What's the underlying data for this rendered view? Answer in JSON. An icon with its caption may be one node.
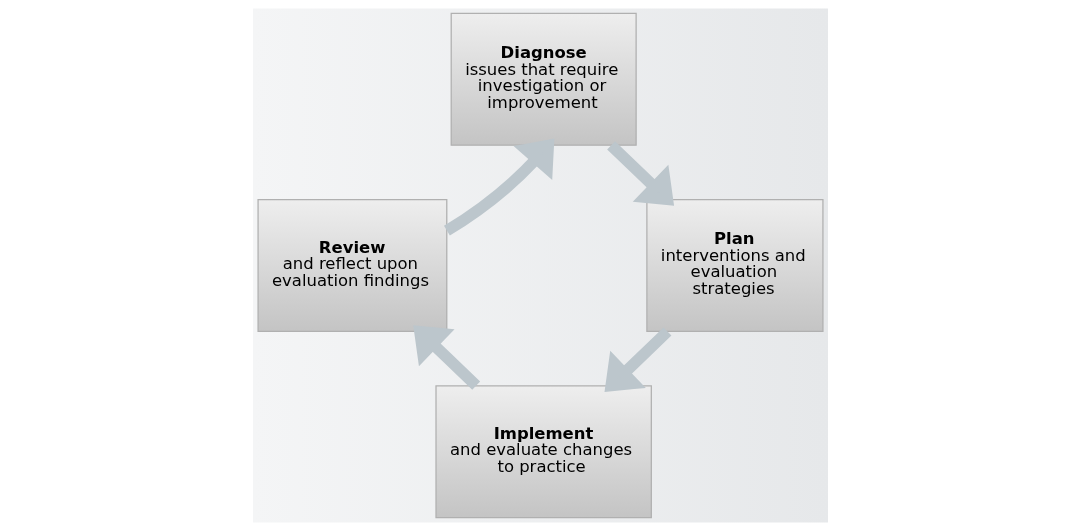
{
  "diagram": {
    "nodes": [
      {
        "text": [
          "Diagnose",
          "issues that require investigation or improvement"
        ]
      },
      {
        "text": [
          "Plan",
          "interventions and evaluation strategies"
        ]
      },
      {
        "text": [
          "Implement",
          "and evaluate changes to practice"
        ]
      },
      {
        "text": [
          "Review",
          "and reflect upon evaluation findings"
        ]
      }
    ],
    "edges": [
      {
        "from": 0,
        "to": 1,
        "arrow": "to"
      },
      {
        "from": 1,
        "to": 2,
        "arrow": "to"
      },
      {
        "from": 2,
        "to": 3,
        "arrow": "to"
      },
      {
        "from": 3,
        "to": 0,
        "arrow": "to"
      }
    ]
  }
}
